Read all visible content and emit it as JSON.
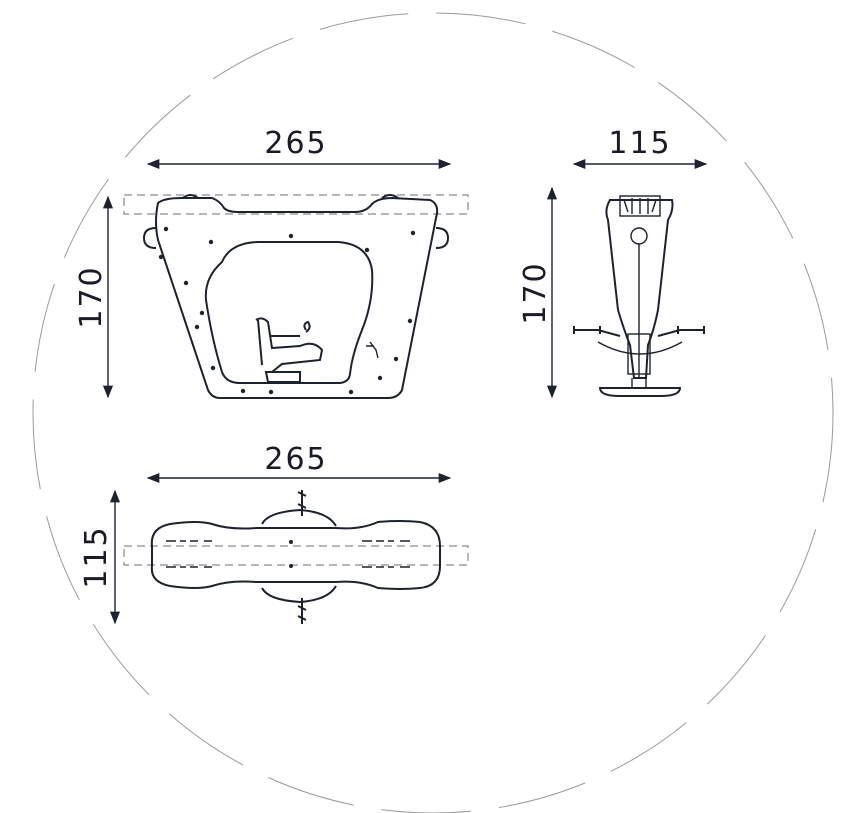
{
  "front_view": {
    "width_label": "265",
    "height_label": "170"
  },
  "side_view": {
    "width_label": "115",
    "height_label": "170"
  },
  "top_view": {
    "width_label": "265",
    "depth_label": "115"
  },
  "colors": {
    "line": "#1c2230",
    "dashed": "#8a8a8a",
    "safety_zone": "#9a9a9a"
  }
}
